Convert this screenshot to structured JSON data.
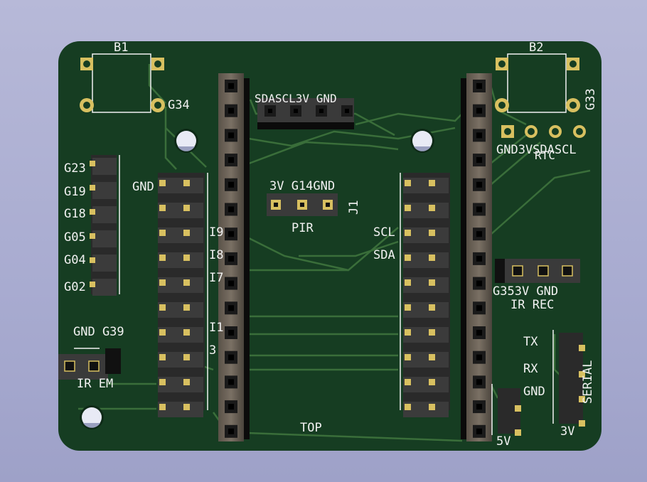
{
  "colors": {
    "background": "#a8abd0",
    "board": "#163d22",
    "trace": "#3a6e3a",
    "silkscreen": "#f2f2f2",
    "pad_gold": "#d8c060",
    "header_body": "#2a2a2a"
  },
  "labels": {
    "b1": "B1",
    "b2": "B2",
    "g34": "G34",
    "g33": "G33",
    "i2c_header": "SDASCL3V GND",
    "rtc_pins": "GND3VSDASCL",
    "rtc": "RTC",
    "left_pins": [
      "G23",
      "G19",
      "G18",
      "G05",
      "G04",
      "G02"
    ],
    "gnd_left": "GND",
    "pir_pins": "3V G14GND",
    "j1": "J1",
    "pir": "PIR",
    "scl": "SCL",
    "sda": "SDA",
    "ir_rec_pins": "G353V GND",
    "ir_rec": "IR REC",
    "ir_em_pins": "GND G39",
    "ir_em": "IR EM",
    "i9": "I9",
    "i8": "I8",
    "i7": "I7",
    "i1": "I1",
    "num3": "3",
    "tx": "TX",
    "rx": "RX",
    "gnd_serial": "GND",
    "serial": "SERIAL",
    "v3": "3V",
    "v5": "5V",
    "top": "TOP"
  },
  "icons": {
    "mounting_hole": "mounting-hole-icon",
    "pin_header": "pin-header-icon",
    "button": "tactile-button-icon"
  }
}
